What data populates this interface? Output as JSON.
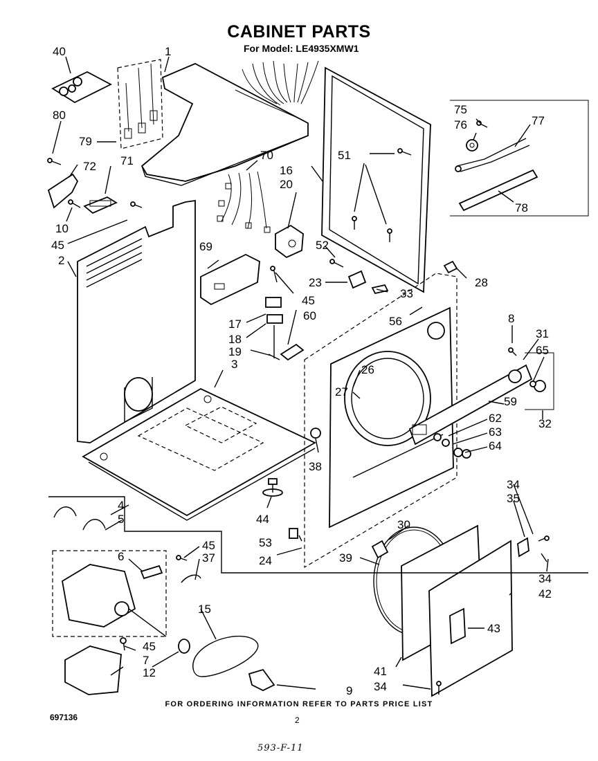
{
  "header": {
    "title": "CABINET PARTS",
    "subtitle": "For Model: LE4935XMW1"
  },
  "callouts": {
    "c1": "1",
    "c2": "2",
    "c3": "3",
    "c4": "4",
    "c5": "5",
    "c6": "6",
    "c7": "7",
    "c8": "8",
    "c9": "9",
    "c10": "10",
    "c12": "12",
    "c15": "15",
    "c16": "16",
    "c17": "17",
    "c18": "18",
    "c19": "19",
    "c20": "20",
    "c23": "23",
    "c24": "24",
    "c26": "26",
    "c27": "27",
    "c28": "28",
    "c30": "30",
    "c31": "31",
    "c32": "32",
    "c33": "33",
    "c34a": "34",
    "c34b": "34",
    "c34c": "34",
    "c35": "35",
    "c37": "37",
    "c38": "38",
    "c39": "39",
    "c40": "40",
    "c41": "41",
    "c42": "42",
    "c43": "43",
    "c44": "44",
    "c45a": "45",
    "c45b": "45",
    "c45c": "45",
    "c45d": "45",
    "c51": "51",
    "c52": "52",
    "c53": "53",
    "c56": "56",
    "c59": "59",
    "c60": "60",
    "c62": "62",
    "c63": "63",
    "c64": "64",
    "c65": "65",
    "c69": "69",
    "c70": "70",
    "c71": "71",
    "c72": "72",
    "c75": "75",
    "c76": "76",
    "c77": "77",
    "c78": "78",
    "c79": "79",
    "c80": "80"
  },
  "footer": {
    "ordering_note": "FOR ORDERING INFORMATION REFER TO PARTS PRICE LIST",
    "doc_number": "697136",
    "page_number": "2",
    "handwritten_note": "593-F-11"
  }
}
